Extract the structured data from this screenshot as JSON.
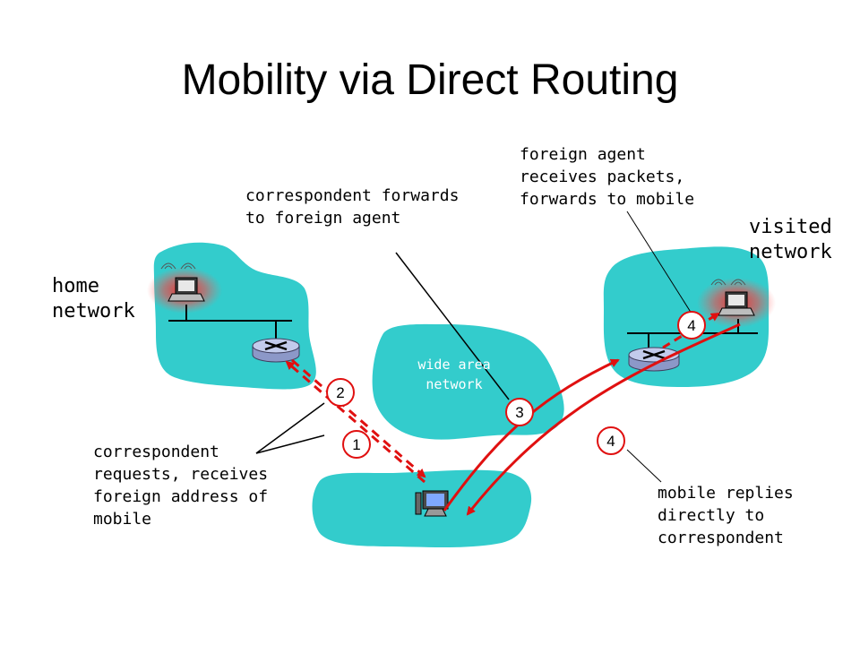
{
  "title": "Mobility via Direct Routing",
  "labels": {
    "home_network": [
      "home",
      "network"
    ],
    "visited_network": [
      "visited",
      "network"
    ],
    "wide_area_network": [
      "wide area",
      "network"
    ],
    "correspondent_forwards": [
      "correspondent forwards",
      "to foreign agent"
    ],
    "foreign_agent_receives": [
      "foreign agent",
      "receives packets,",
      "forwards to mobile"
    ],
    "correspondent_requests": [
      "correspondent",
      "requests, receives",
      "foreign address of",
      "mobile"
    ],
    "mobile_replies": [
      "mobile replies",
      "directly to",
      "correspondent"
    ]
  },
  "steps": {
    "step_1": "1",
    "step_2": "2",
    "step_3": "3",
    "step_4_visited": "4",
    "step_4_reply": "4"
  },
  "colors": {
    "network_fill": "#33cccc",
    "arrow": "#e01010",
    "router": "#a8b4dc",
    "step_badge": "#e01010"
  }
}
